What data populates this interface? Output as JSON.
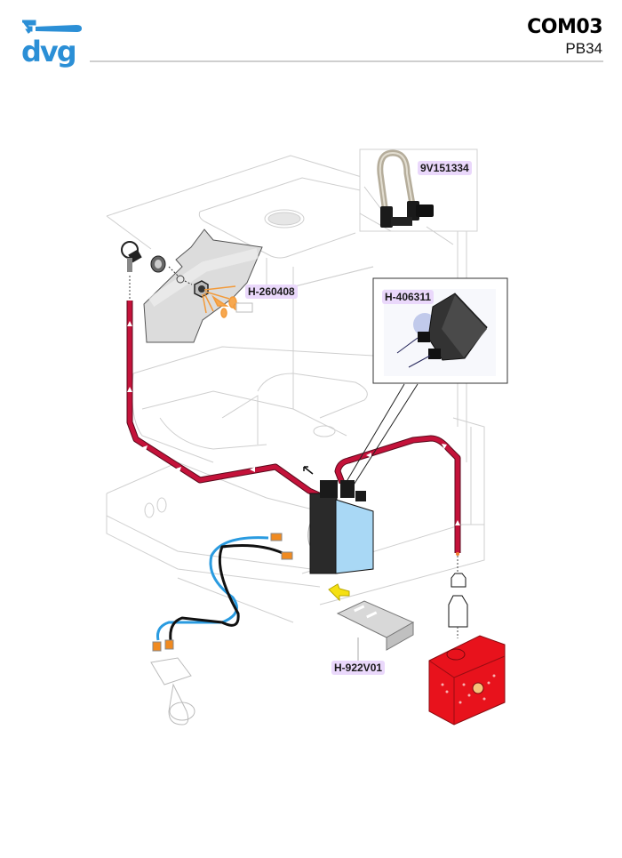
{
  "header": {
    "logo_text": "dvg",
    "document_code": "COM03",
    "document_subcode": "PB34"
  },
  "colors": {
    "brand_blue": "#2b8fd6",
    "tube_red": "#c4123a",
    "label_bg": "#ead8fb",
    "pump_cover": "#a9d8f5",
    "tank_red": "#e8121c",
    "wire_blue": "#2a9be0",
    "wire_black": "#111111",
    "arrow_yellow": "#f5e012",
    "outline_gray": "#c8c8c8"
  },
  "parts": [
    {
      "id": "9v151334",
      "label": "9V151334",
      "description": "u-tube with connectors"
    },
    {
      "id": "h260408",
      "label": "H-260408",
      "description": "steam nozzle fitting"
    },
    {
      "id": "h406311",
      "label": "H-406311",
      "description": "pump"
    },
    {
      "id": "h922v01",
      "label": "H-922V01",
      "description": "pump bracket"
    }
  ]
}
